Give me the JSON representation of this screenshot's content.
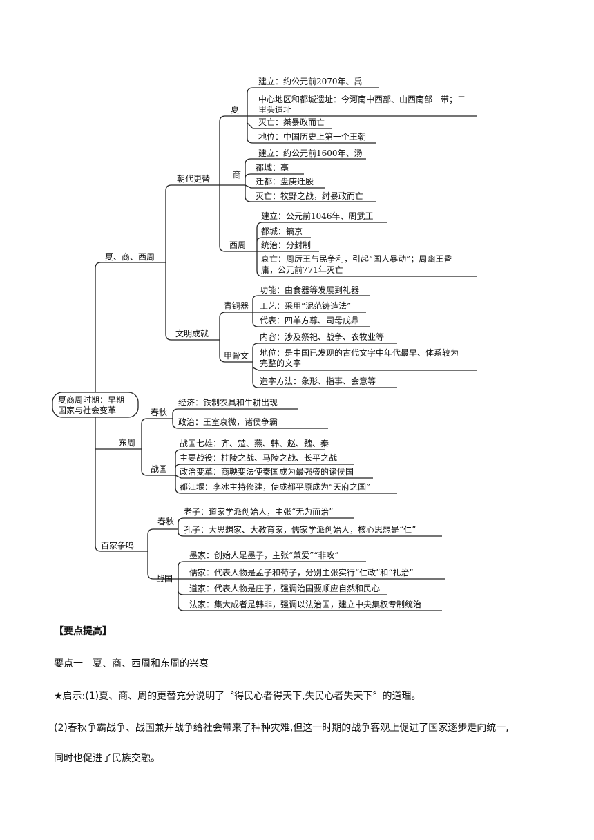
{
  "mindmap": {
    "root": [
      "夏商周时期：早期",
      "国家与社会变革"
    ],
    "branches": {
      "xsz": {
        "label": "夏、商、西周",
        "chaodai": {
          "label": "朝代更替",
          "xia": {
            "label": "夏",
            "items": [
              "建立：约公元前2070年、禹",
              "中心地区和都城遗址：今河南中西部、山西南部一带；二",
              "里头遗址",
              "灭亡：桀暴政而亡",
              "地位：中国历史上第一个王朝"
            ]
          },
          "shang": {
            "label": "商",
            "items": [
              "建立：约公元前1600年、汤",
              "都城：亳",
              "迁都：盘庚迁殷",
              "灭亡：牧野之战，纣暴政而亡"
            ]
          },
          "xizhou": {
            "label": "西周",
            "items": [
              "建立：公元前1046年、周武王",
              "都城：镐京",
              "统治：分封制",
              "衰亡：周厉王与民争利，引起“国人暴动”；周幽王昏",
              "庸，公元前771年灭亡"
            ]
          }
        },
        "wenming": {
          "label": "文明成就",
          "qingtong": {
            "label": "青铜器",
            "items": [
              "功能：由食器等发展到礼器",
              "工艺：采用“泥范铸造法”",
              "代表：四羊方尊、司母戊鼎"
            ]
          },
          "jiagu": {
            "label": "甲骨文",
            "items": [
              "内容：涉及祭祀、战争、农牧业等",
              "地位：是中国已发现的古代文字中年代最早、体系较为",
              "完整的文字",
              "造字方法：象形、指事、会意等"
            ]
          }
        }
      },
      "dongzhou": {
        "label": "东周",
        "chunqiu": {
          "label": "春秋",
          "items": [
            "经济：铁制农具和牛耕出现",
            "政治：王室衰微，诸侯争霸"
          ]
        },
        "zhanguo": {
          "label": "战国",
          "items": [
            "战国七雄：齐、楚、燕、韩、赵、魏、秦",
            "主要战役：桂陵之战、马陵之战、长平之战",
            "政治变革：商鞅变法使秦国成为最强盛的诸侯国",
            "都江堰：李冰主持修建，使成都平原成为“天府之国”"
          ]
        }
      },
      "baijia": {
        "label": "百家争鸣",
        "chunqiu": {
          "label": "春秋",
          "items": [
            "老子：道家学派创始人，主张“无为而治”",
            "孔子：大思想家、大教育家，儒家学派创始人，核心思想是“仁”"
          ]
        },
        "zhanguo": {
          "label": "战国",
          "items": [
            "墨家：创始人是墨子，主张“兼爱”“非攻”",
            "儒家：代表人物是孟子和荀子，分别主张实行“仁政”和“礼治”",
            "道家：代表人物是庄子，强调治国要顺应自然和民心",
            "法家：集大成者是韩非，强调以法治国，建立中央集权专制统治"
          ]
        }
      }
    }
  },
  "text": {
    "heading": "【要点提高】",
    "point1": "要点一　夏、商、西周和东周的兴衰",
    "para1": "★启示:(1)夏、商、周的更替充分说明了〝得民心者得天下,失民心者失天下〞的道理。",
    "para2": "(2)春秋争霸战争、战国兼并战争给社会带来了种种灾难,但这一时期的战争客观上促进了国家逐步走向统一,",
    "para3": "同时也促进了民族交融。"
  }
}
